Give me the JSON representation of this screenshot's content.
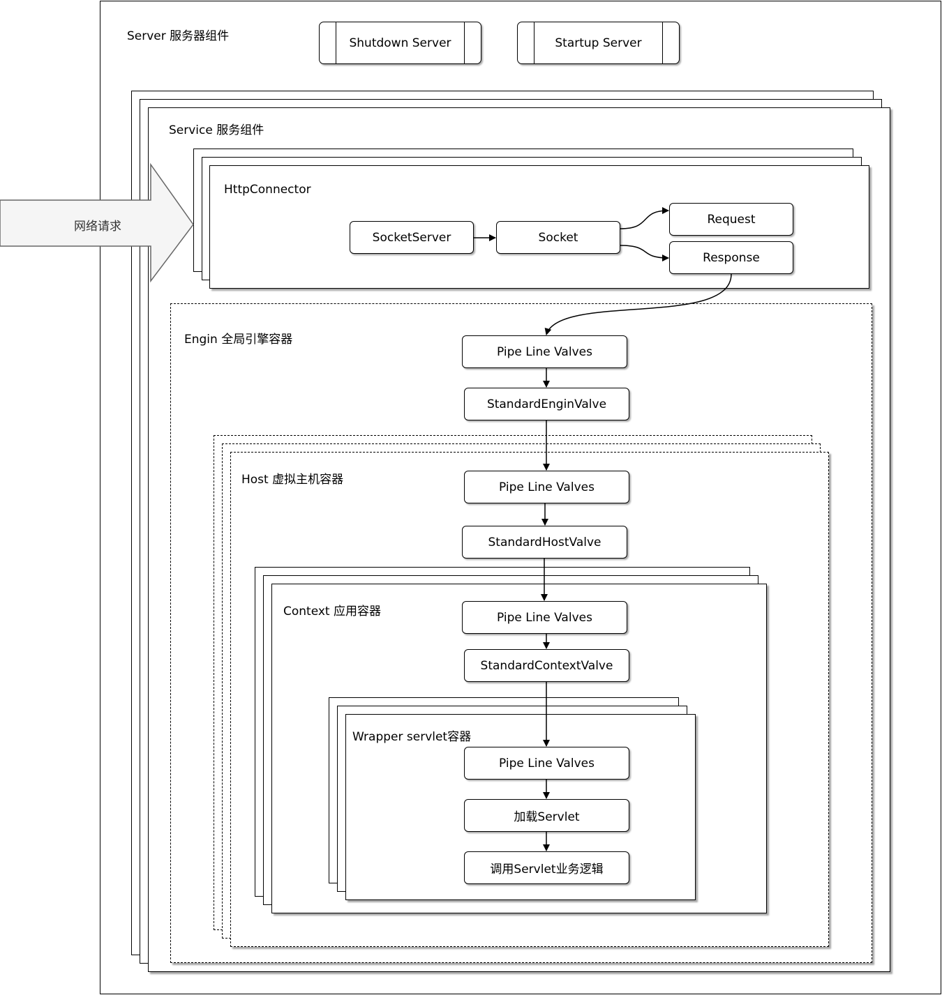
{
  "server": {
    "label": "Server 服务器组件",
    "shutdown_label": "Shutdown Server",
    "startup_label": "Startup Server"
  },
  "service": {
    "label": "Service 服务组件"
  },
  "network_request": {
    "label": "网络请求"
  },
  "connector": {
    "label": "HttpConnector",
    "socket_server": "SocketServer",
    "socket": "Socket",
    "request": "Request",
    "response": "Response"
  },
  "engine": {
    "label": "Engin 全局引擎容器",
    "pipeline": "Pipe Line Valves",
    "valve": "StandardEnginValve"
  },
  "host": {
    "label": "Host 虚拟主机容器",
    "pipeline": "Pipe Line Valves",
    "valve": "StandardHostValve"
  },
  "context": {
    "label": "Context 应用容器",
    "pipeline": "Pipe Line Valves",
    "valve": "StandardContextValve"
  },
  "wrapper": {
    "label": "Wrapper servlet容器",
    "pipeline": "Pipe Line Valves",
    "load_servlet": "加载Servlet",
    "invoke_servlet": "调用Servlet业务逻辑"
  }
}
